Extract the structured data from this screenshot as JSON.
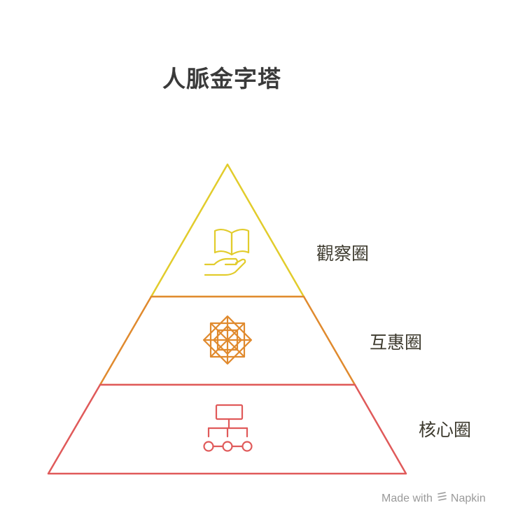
{
  "title": "人脈金字塔",
  "tiers": [
    {
      "label": "觀察圈",
      "color": "#e2cc2c",
      "icon": "open-book-on-hand-icon"
    },
    {
      "label": "互惠圈",
      "color": "#e08a2e",
      "icon": "interlocking-star-icon"
    },
    {
      "label": "核心圈",
      "color": "#e05a5a",
      "icon": "hierarchy-network-icon"
    }
  ],
  "watermark": {
    "prefix": "Made with",
    "brand": "Napkin",
    "icon": "napkin-logo-icon"
  }
}
